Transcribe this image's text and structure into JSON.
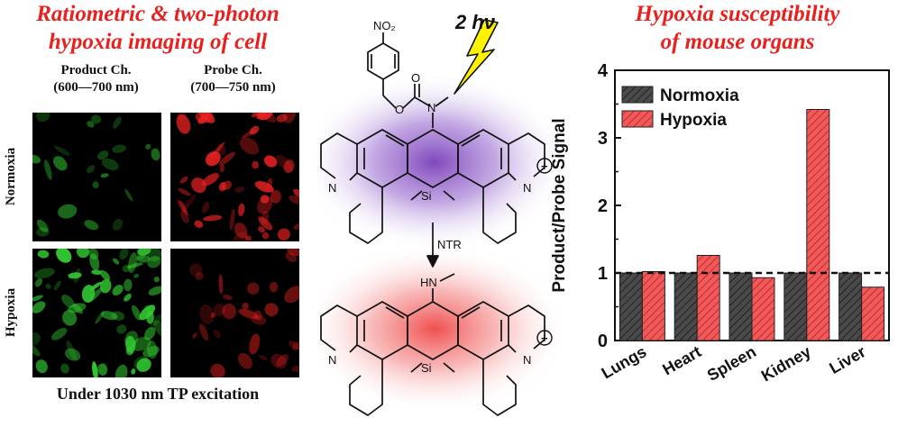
{
  "left_title": {
    "line1": "Ratiometric & two-photon",
    "line2": "hypoxia imaging of cell"
  },
  "channels": [
    {
      "name": "Product Ch.",
      "range": "(600—700 nm)"
    },
    {
      "name": "Probe Ch.",
      "range": "(700—750 nm)"
    }
  ],
  "rows": [
    "Normoxia",
    "Hypoxia"
  ],
  "caption": "Under 1030 nm TP excitation",
  "scheme": {
    "photon_label": "2 hν",
    "enzyme_label": "NTR",
    "atoms": {
      "no2": "NO₂",
      "o": "O",
      "n": "N",
      "si": "Si",
      "hn": "HN",
      "plus": "+"
    }
  },
  "right_title": {
    "line1": "Hypoxia susceptibility",
    "line2": "of mouse organs"
  },
  "chart_data": {
    "type": "bar",
    "categories": [
      "Lungs",
      "Heart",
      "Spleen",
      "Kidney",
      "Liver"
    ],
    "series": [
      {
        "name": "Normoxia",
        "values": [
          1.0,
          1.0,
          1.0,
          1.0,
          1.0
        ],
        "color": "#4a4a4a"
      },
      {
        "name": "Hypoxia",
        "values": [
          1.02,
          1.26,
          0.93,
          3.42,
          0.79
        ],
        "color": "#f05a5a"
      }
    ],
    "ylabel": "Product/Probe Signal",
    "ylim": [
      0,
      4
    ],
    "yticks": [
      "0",
      "1",
      "2",
      "3",
      "4"
    ],
    "reference_line": 1.0,
    "legend": "top-left",
    "grid": false
  },
  "colors": {
    "title": "#e8201e",
    "green": "#33cc33",
    "red": "#ee2222",
    "purple_glow": "#8d5bc9",
    "red_glow": "#f05a5a",
    "bolt": "#ffee00"
  }
}
